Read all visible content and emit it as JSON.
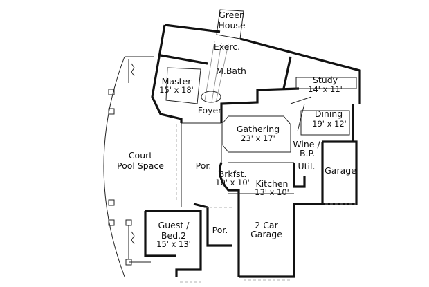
{
  "rooms": {
    "green_house": {
      "line1": "Green",
      "line2": "House"
    },
    "exercise": {
      "name": "Exerc."
    },
    "master_bath": {
      "name": "M.Bath"
    },
    "master": {
      "name": "Master",
      "size": "15' x 18'"
    },
    "study": {
      "name": "Study",
      "size": "14' x 11'"
    },
    "foyer": {
      "name": "Foyer"
    },
    "gathering": {
      "name": "Gathering",
      "size": "23' x 17'"
    },
    "dining": {
      "name": "Dining",
      "size": "19' x 12'"
    },
    "court": {
      "line1": "Court",
      "line2": "Pool Space"
    },
    "porch_main": {
      "name": "Por."
    },
    "wine": {
      "line1": "Wine /",
      "line2": "B.P."
    },
    "utility": {
      "name": "Util."
    },
    "garage": {
      "name": "Garage"
    },
    "breakfast": {
      "name": "Brkfst.",
      "size": "10' x 10'"
    },
    "kitchen": {
      "name": "Kitchen",
      "size": "13' x 10'"
    },
    "guest": {
      "line1": "Guest /",
      "line2": "Bed.2",
      "size": "15' x 13'"
    },
    "porch_guest": {
      "name": "Por."
    },
    "two_car_garage": {
      "line1": "2 Car",
      "line2": "Garage"
    }
  }
}
